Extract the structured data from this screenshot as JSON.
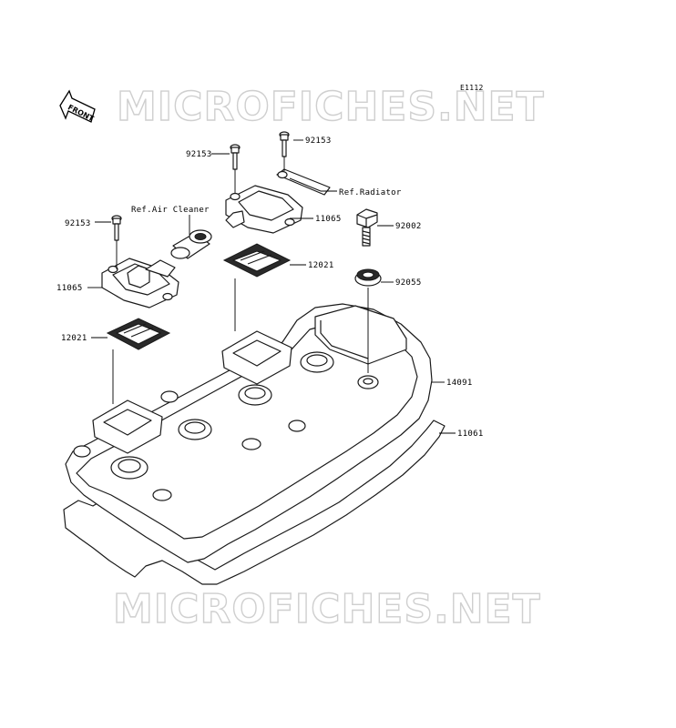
{
  "diagram_code": "E1112",
  "watermark": "MICROFICHES.NET",
  "front_label": "FRONT",
  "callouts": [
    {
      "id": "c1",
      "text": "92153"
    },
    {
      "id": "c2",
      "text": "92153"
    },
    {
      "id": "c3",
      "text": "Ref.Radiator"
    },
    {
      "id": "c4",
      "text": "Ref.Air Cleaner"
    },
    {
      "id": "c5",
      "text": "11065"
    },
    {
      "id": "c6",
      "text": "92153"
    },
    {
      "id": "c7",
      "text": "92002"
    },
    {
      "id": "c8",
      "text": "12021"
    },
    {
      "id": "c9",
      "text": "11065"
    },
    {
      "id": "c10",
      "text": "92055"
    },
    {
      "id": "c11",
      "text": "12021"
    },
    {
      "id": "c12",
      "text": "14091"
    },
    {
      "id": "c13",
      "text": "11061"
    }
  ]
}
